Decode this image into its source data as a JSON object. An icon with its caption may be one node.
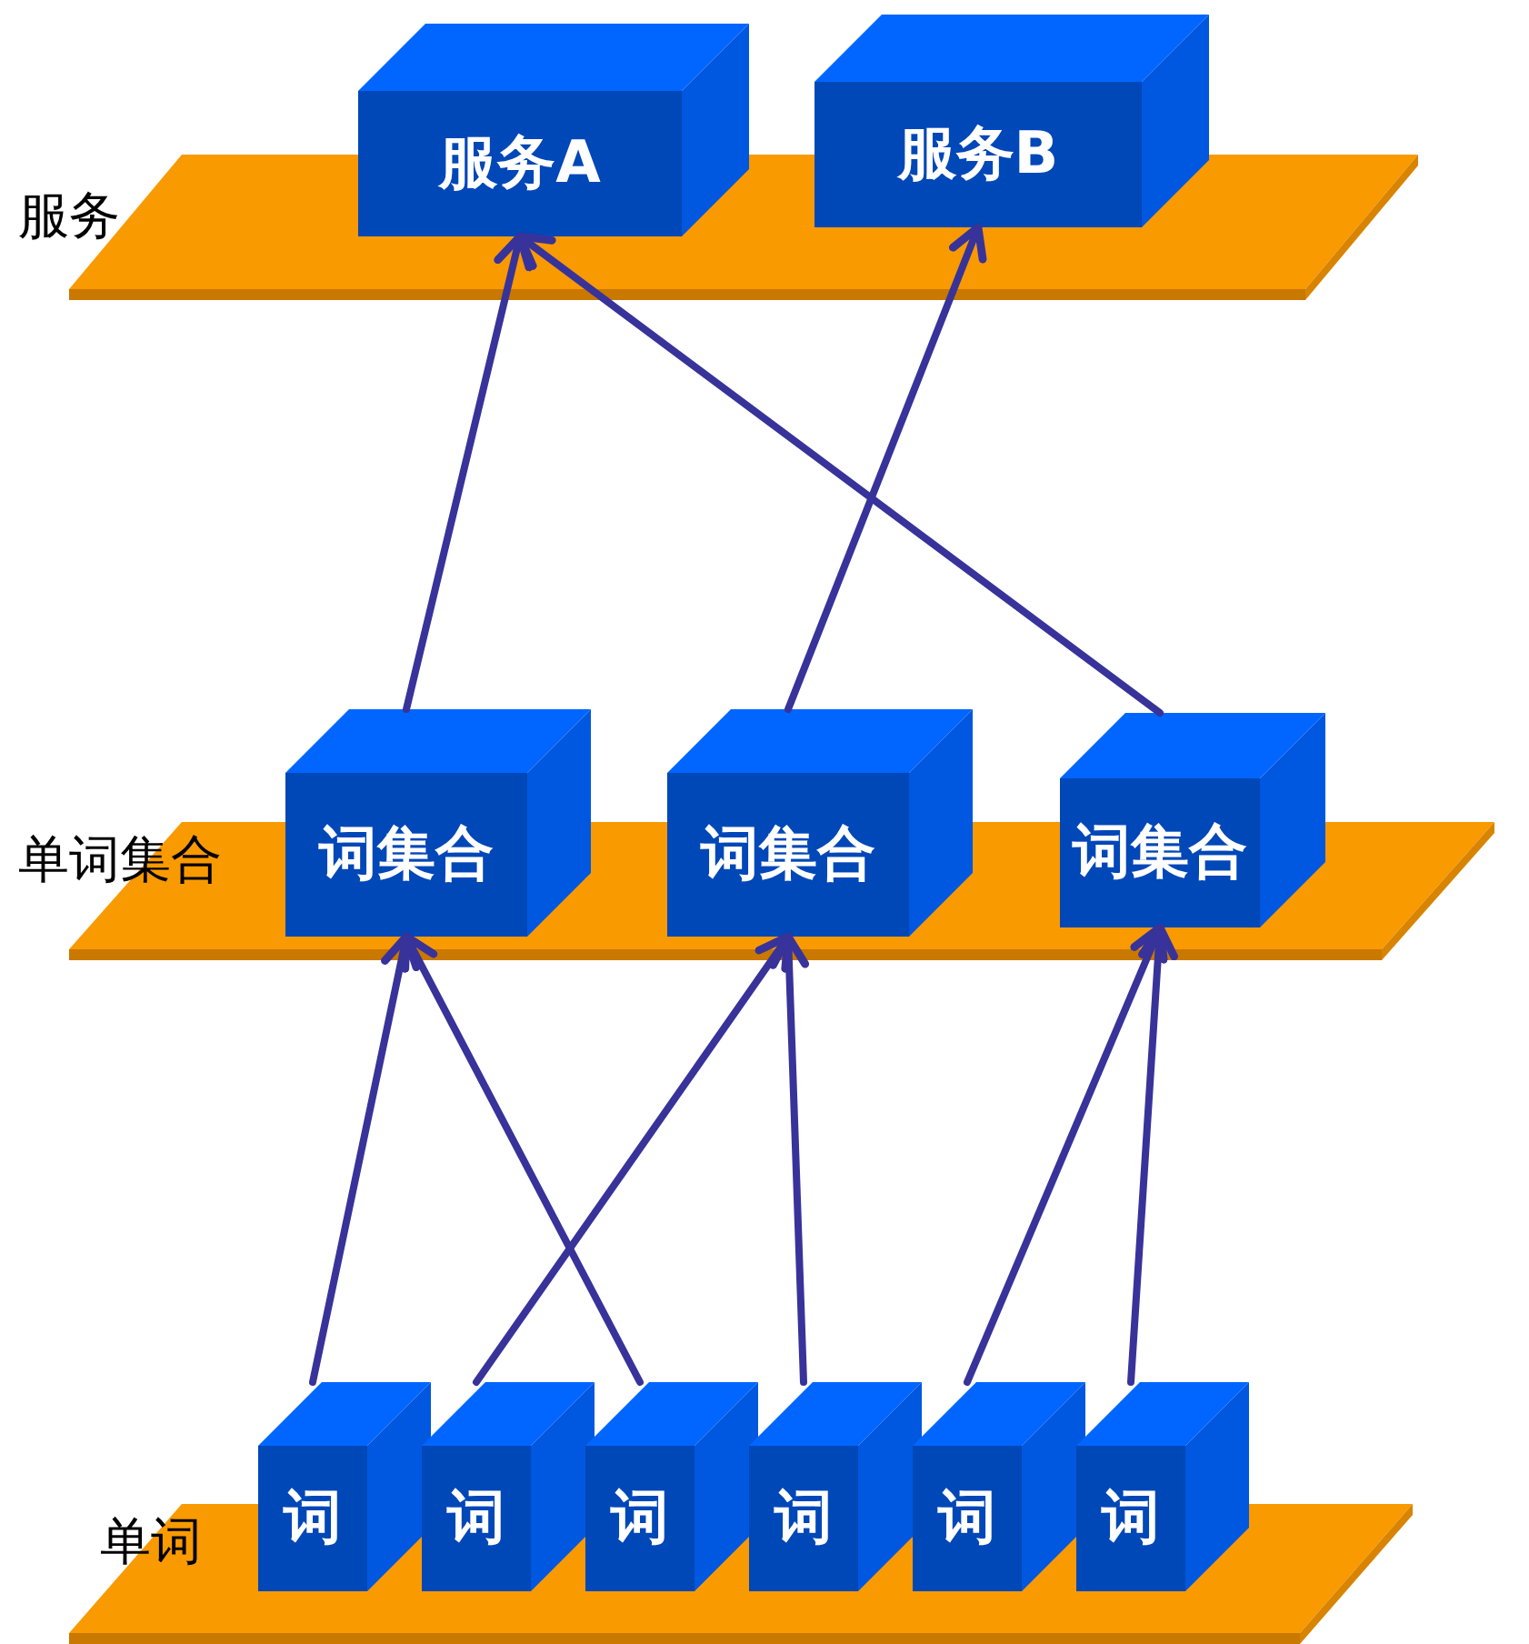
{
  "diagram": {
    "nodes": [
      {
        "text": [
          "服务A"
        ]
      },
      {
        "text": [
          "服务B"
        ]
      },
      {
        "text": [
          "词集合"
        ]
      },
      {
        "text": [
          "词集合"
        ]
      },
      {
        "text": [
          "词集合"
        ]
      },
      {
        "text": [
          "词"
        ]
      },
      {
        "text": [
          "词"
        ]
      },
      {
        "text": [
          "词"
        ]
      },
      {
        "text": [
          "词"
        ]
      },
      {
        "text": [
          "词"
        ]
      },
      {
        "text": [
          "词"
        ]
      }
    ],
    "edges": [
      {
        "from": 2,
        "to": 0,
        "arrow": "to"
      },
      {
        "from": 3,
        "to": 1,
        "arrow": "to"
      },
      {
        "from": 4,
        "to": 0,
        "arrow": "to"
      },
      {
        "from": 5,
        "to": 2,
        "arrow": "to"
      },
      {
        "from": 7,
        "to": 2,
        "arrow": "to"
      },
      {
        "from": 6,
        "to": 3,
        "arrow": "to"
      },
      {
        "from": 8,
        "to": 3,
        "arrow": "to"
      },
      {
        "from": 9,
        "to": 4,
        "arrow": "to"
      },
      {
        "from": 10,
        "to": 4,
        "arrow": "to"
      }
    ],
    "labels": [
      "服务",
      "单词集合",
      "单词"
    ]
  }
}
